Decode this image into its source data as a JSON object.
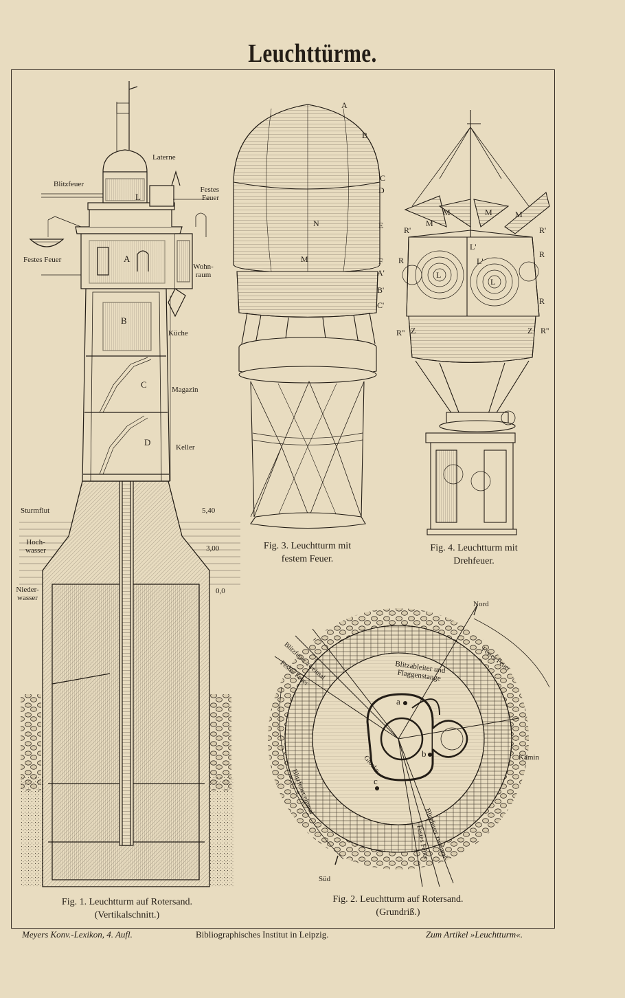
{
  "title": "Leuchttürme.",
  "fig1": {
    "caption_line1": "Fig. 1.  Leuchtturm auf Rotersand.",
    "caption_line2": "(Vertikalschnitt.)",
    "labels": {
      "laterne": "Laterne",
      "blitzfeuer": "Blitzfeuer",
      "festes_feuer_top": "Festes Feuer",
      "l": "L",
      "festes_feuer_left": "Festes Feuer",
      "a": "A",
      "wohnraum": "Wohn- raum",
      "b": "B",
      "kueche": "Küche",
      "c": "C",
      "magazin": "Magazin",
      "d": "D",
      "keller": "Keller",
      "sturmflut": "Sturmflut",
      "val_540": "5,40",
      "hochwasser": "Hoch- wasser",
      "val_300": "3,00",
      "niederwasser": "Nieder- wasser",
      "val_00": "0,0"
    }
  },
  "fig2": {
    "caption_line1": "Fig. 2.  Leuchtturm auf Rotersand.",
    "caption_line2": "(Grundriß.)",
    "labels": {
      "nord": "Nord",
      "sued": "Süd",
      "kamin": "Kamin",
      "blitzfeuer_zweimal_top": "Blitzfeuer zweimal",
      "festes_feuer_top": "Festes Feuer",
      "blitzableiter": "Blitzableiter und Flaggenstange",
      "festes_feuer_right": "Festes Feuer",
      "a": "a",
      "b": "b",
      "c": "c",
      "glocke": "Glocke",
      "blitzfeuer_einmal": "Blitzfeuer einmal",
      "blitzfeuer_zweimal_bottom": "Blitzfeuer zweimal",
      "festes_feuer_bottom": "Festes Feuer"
    }
  },
  "fig3": {
    "caption_line1": "Fig. 3.  Leuchtturm mit",
    "caption_line2": "festem Feuer.",
    "letters": [
      "A",
      "B",
      "C",
      "D",
      "E",
      "F",
      "A'",
      "B'",
      "C'",
      "N",
      "M"
    ]
  },
  "fig4": {
    "caption_line1": "Fig. 4.  Leuchtturm mit",
    "caption_line2": "Drehfeuer.",
    "letters": [
      "M",
      "M",
      "M",
      "M",
      "R'",
      "R'",
      "R",
      "R",
      "R",
      "R''",
      "R''",
      "L",
      "L",
      "L'",
      "L'",
      "Z",
      "Z"
    ]
  },
  "footer": {
    "left": "Meyers Konv.-Lexikon, 4. Aufl.",
    "center": "Bibliographisches Institut in Leipzig.",
    "right": "Zum Artikel »Leuchtturm«."
  },
  "colors": {
    "paper": "#e8dcc0",
    "ink": "#231d16"
  }
}
